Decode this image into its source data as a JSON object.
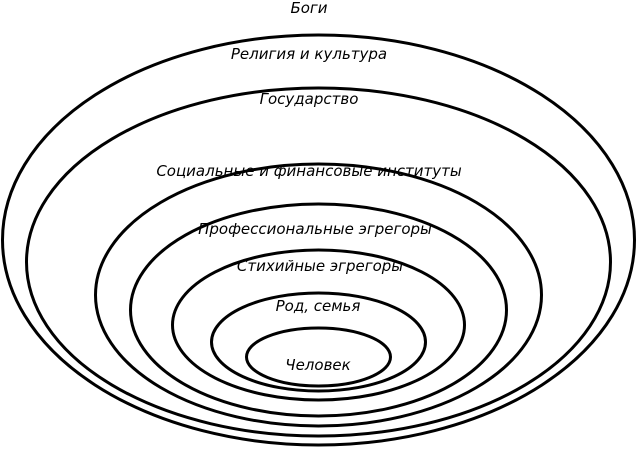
{
  "diagram": {
    "title": "Боги",
    "layers": [
      {
        "id": "religion",
        "label": "Религия и культура"
      },
      {
        "id": "state",
        "label": "Государство"
      },
      {
        "id": "social-financial",
        "label": "Социальные и финансовые институты"
      },
      {
        "id": "professional-egregors",
        "label": "Профессиональные эгрегоры"
      },
      {
        "id": "spontaneous-egregors",
        "label": "Стихийные эгрегоры"
      },
      {
        "id": "family",
        "label": "Род, семья"
      },
      {
        "id": "person",
        "label": "Человек"
      }
    ],
    "line_color": "#000000",
    "background_color": "#ffffff"
  }
}
